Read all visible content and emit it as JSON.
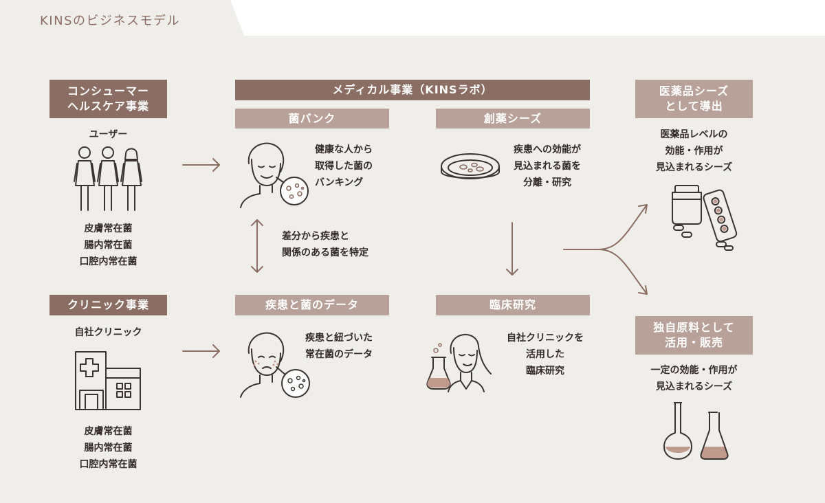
{
  "page_title": "KINSのビジネスモデル",
  "consumer": {
    "header": "コンシューマー\nヘルスケア事業",
    "user_label": "ユーザー",
    "bacteria": [
      "皮膚常在菌",
      "腸内常在菌",
      "口腔内常在菌"
    ]
  },
  "clinic": {
    "header": "クリニック事業",
    "label": "自社クリニック",
    "bacteria": [
      "皮膚常在菌",
      "腸内常在菌",
      "口腔内常在菌"
    ]
  },
  "medical": {
    "header": "メディカル事業（KINSラボ）",
    "bank": {
      "label": "菌バンク",
      "desc": [
        "健康な人から",
        "取得した菌の",
        "バンキング"
      ]
    },
    "drug_seeds": {
      "label": "創薬シーズ",
      "desc": [
        "疾患への効能が",
        "見込まれる菌を",
        "分離・研究"
      ]
    },
    "diff_note": [
      "差分から疾患と",
      "関係のある菌を特定"
    ],
    "disease_data": {
      "label": "疾患と菌のデータ",
      "desc": [
        "疾患と紐づいた",
        "常在菌のデータ"
      ]
    },
    "clinical": {
      "label": "臨床研究",
      "desc": [
        "自社クリニックを",
        "活用した",
        "臨床研究"
      ]
    }
  },
  "outputs": {
    "pharma": {
      "label": "医薬品シーズ\nとして導出",
      "desc": [
        "医薬品レベルの",
        "効能・作用が",
        "見込まれるシーズ"
      ]
    },
    "materials": {
      "label": "独自原料として\n活用・販売",
      "desc": [
        "一定の効能・作用が",
        "見込まれるシーズ"
      ]
    }
  },
  "colors": {
    "dark_box": "#8a6e64",
    "light_box": "#b8a199",
    "arrow": "#8b6d63",
    "background": "#f0eeeb"
  }
}
